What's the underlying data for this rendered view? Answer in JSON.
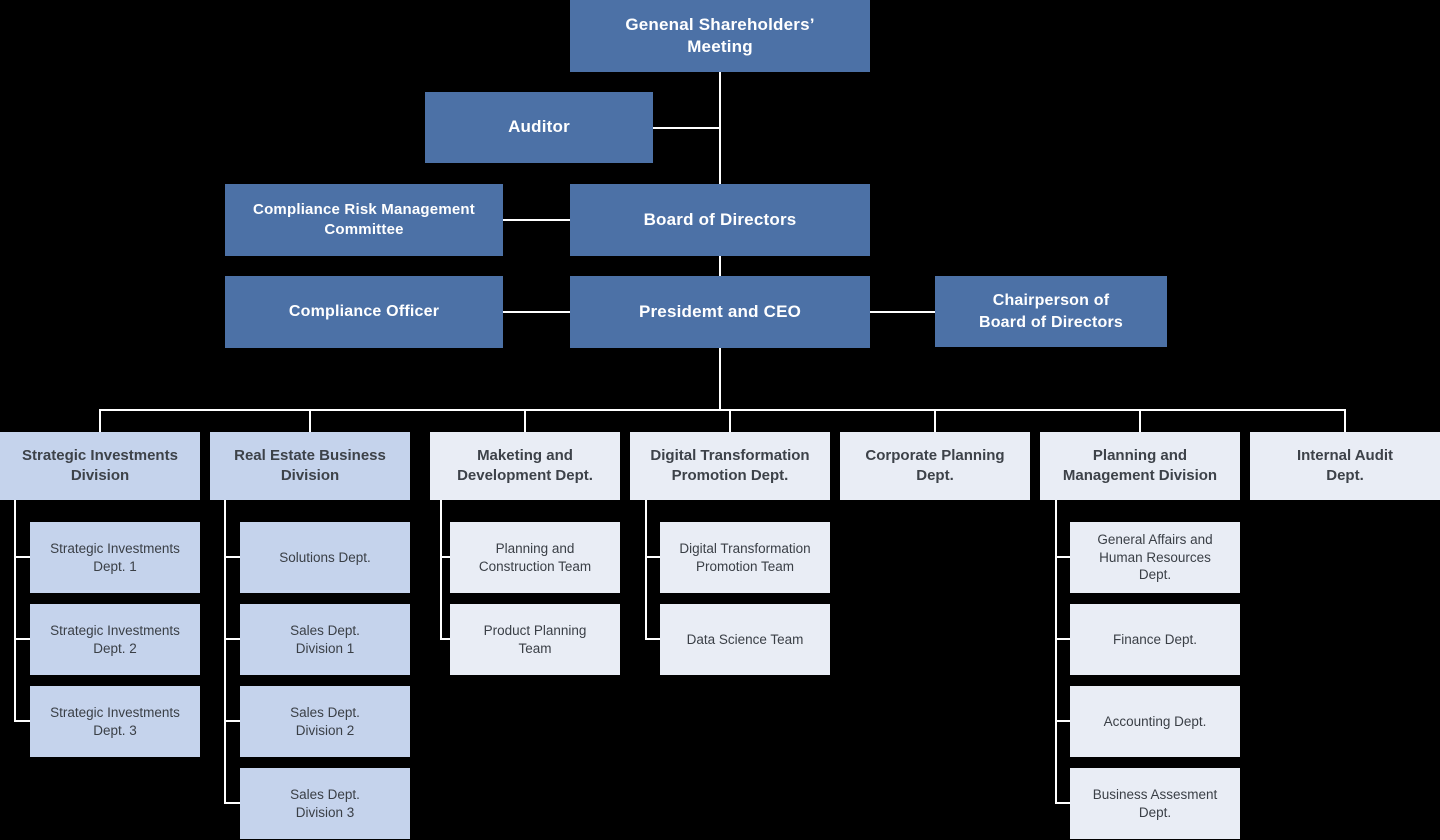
{
  "org_chart": {
    "governance": {
      "shareholders_meeting": "Genenal Shareholders’\nMeeting",
      "auditor": "Auditor",
      "compliance_risk_committee": "Compliance Risk Management\nCommittee",
      "board_of_directors": "Board of Directors",
      "compliance_officer": "Compliance Officer",
      "president_ceo": "Presidemt and CEO",
      "chairperson": "Chairperson of\nBoard of Directors"
    },
    "divisions": [
      {
        "label": "Strategic Investments\nDivision",
        "children": [
          "Strategic Investments\nDept. 1",
          "Strategic Investments\nDept. 2",
          "Strategic Investments\nDept. 3"
        ]
      },
      {
        "label": "Real Estate Business\nDivision",
        "children": [
          "Solutions Dept.",
          "Sales Dept.\nDivision 1",
          "Sales Dept.\nDivision 2",
          "Sales Dept.\nDivision 3"
        ]
      },
      {
        "label": "Maketing and\nDevelopment Dept.",
        "children": [
          "Planning and\nConstruction Team",
          "Product Planning\nTeam"
        ]
      },
      {
        "label": "Digital Transformation\nPromotion Dept.",
        "children": [
          "Digital Transformation\nPromotion Team",
          "Data Science Team"
        ]
      },
      {
        "label": "Corporate Planning\nDept.",
        "children": []
      },
      {
        "label": "Planning and\nManagement Division",
        "children": [
          "General Affairs and\nHuman Resources\nDept.",
          "Finance Dept.",
          "Accounting Dept.",
          "Business Assesment\nDept."
        ]
      },
      {
        "label": "Internal Audit\nDept.",
        "children": []
      }
    ],
    "colors": {
      "background": "#000000",
      "primary_box": "#4c71a6",
      "secondary_box": "#c5d3ec",
      "tertiary_box": "#e9edf5",
      "connector": "#ffffff"
    }
  }
}
